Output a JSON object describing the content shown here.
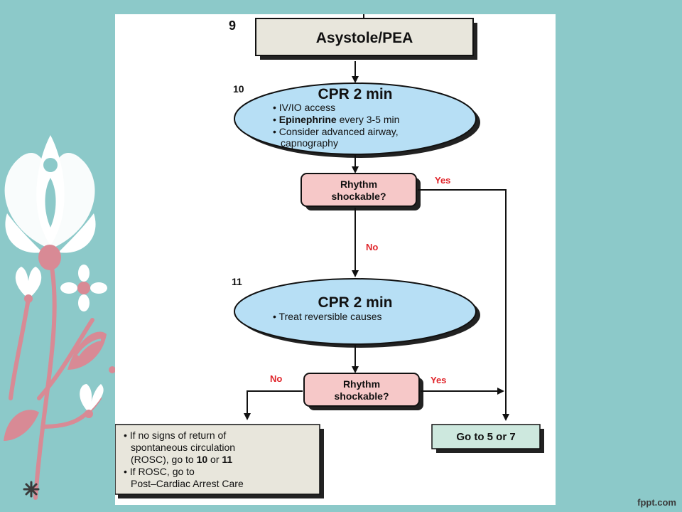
{
  "steps": {
    "s9": {
      "number": "9",
      "title": "Asystole/PEA"
    },
    "s10": {
      "number": "10",
      "title": "CPR 2 min",
      "bullets": [
        {
          "plain": "IV/IO access"
        },
        {
          "bold": "Epinephrine",
          "plain": " every 3-5 min"
        },
        {
          "plain": "Consider advanced airway,"
        },
        {
          "plain": "capnography",
          "continuation": true
        }
      ]
    },
    "decision1": {
      "line1": "Rhythm",
      "line2": "shockable?",
      "yes_label": "Yes",
      "no_label": "No"
    },
    "s11": {
      "number": "11",
      "title": "CPR 2 min",
      "bullets": [
        {
          "plain": "Treat reversible causes"
        }
      ]
    },
    "decision2": {
      "line1": "Rhythm",
      "line2": "shockable?",
      "yes_label": "Yes",
      "no_label": "No"
    },
    "outcome_no": {
      "lines": [
        {
          "bullet": true,
          "text": "If no signs of return of"
        },
        {
          "text": "spontaneous circulation"
        },
        {
          "text_before": "(ROSC), go to ",
          "bold1": "10",
          "mid": " or ",
          "bold2": "11"
        },
        {
          "bullet": true,
          "text": "If ROSC, go to"
        },
        {
          "text": "Post–Cardiac Arrest Care"
        }
      ]
    },
    "outcome_yes": {
      "text": "Go to 5 or 7"
    }
  },
  "colors": {
    "background": "#8cc9c9",
    "ellipse": "#b7dff5",
    "decision": "#f6c8c8",
    "box_gray": "#e8e6dc",
    "box_green": "#cde8de",
    "label_red": "#e0242a",
    "flower_pink": "#d88a95"
  },
  "watermark": "fppt.com"
}
